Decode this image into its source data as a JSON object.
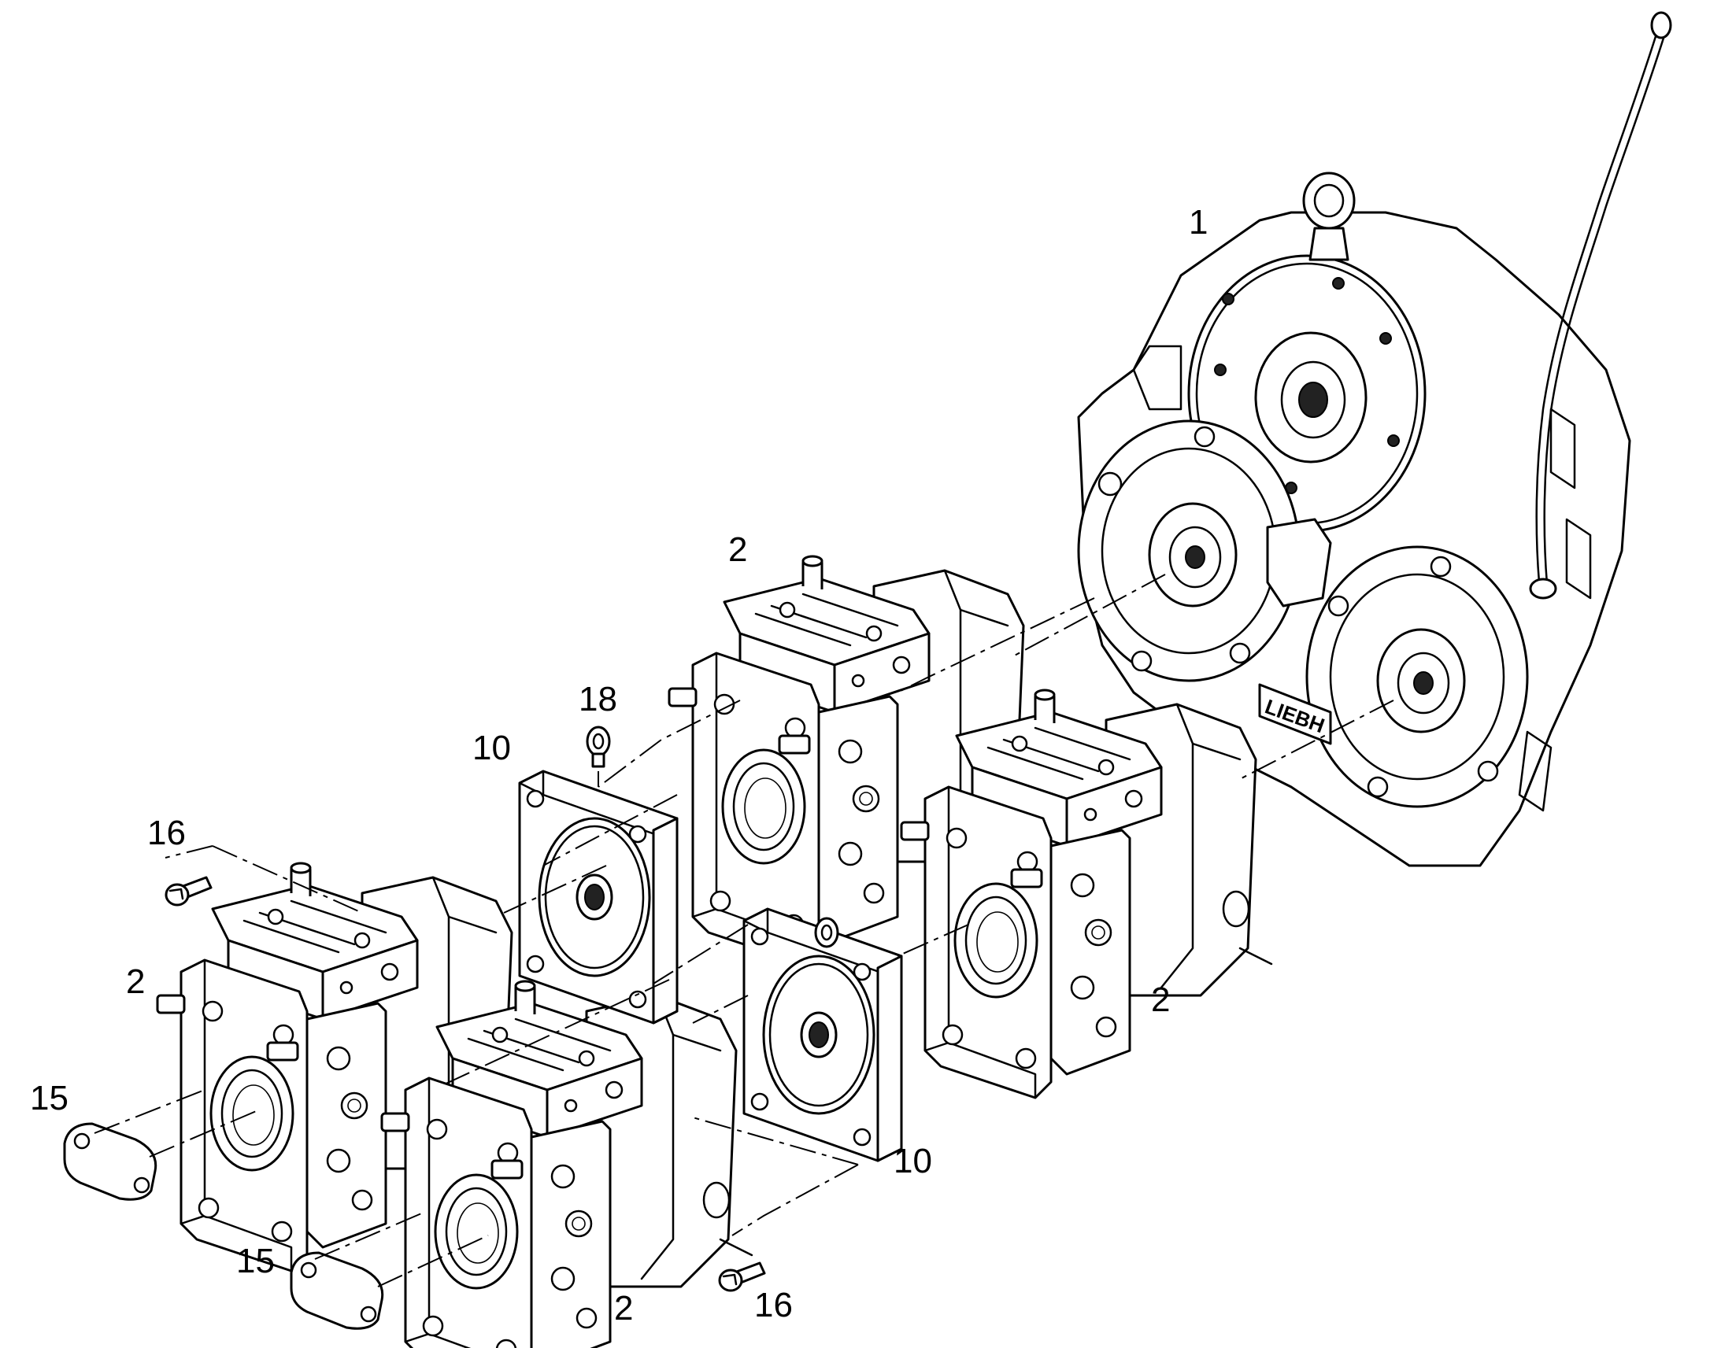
{
  "diagram": {
    "callouts": {
      "gearbox": "1",
      "pump_top": "2",
      "pump_right": "2",
      "pump_left": "2",
      "pump_bottom": "2",
      "adapter_left": "10",
      "adapter_bottom": "10",
      "cover_left": "15",
      "cover_bottom": "15",
      "screw_top": "16",
      "screw_bottom": "16",
      "eyebolt": "18"
    },
    "gearbox_brand_text": "LIEBH"
  }
}
